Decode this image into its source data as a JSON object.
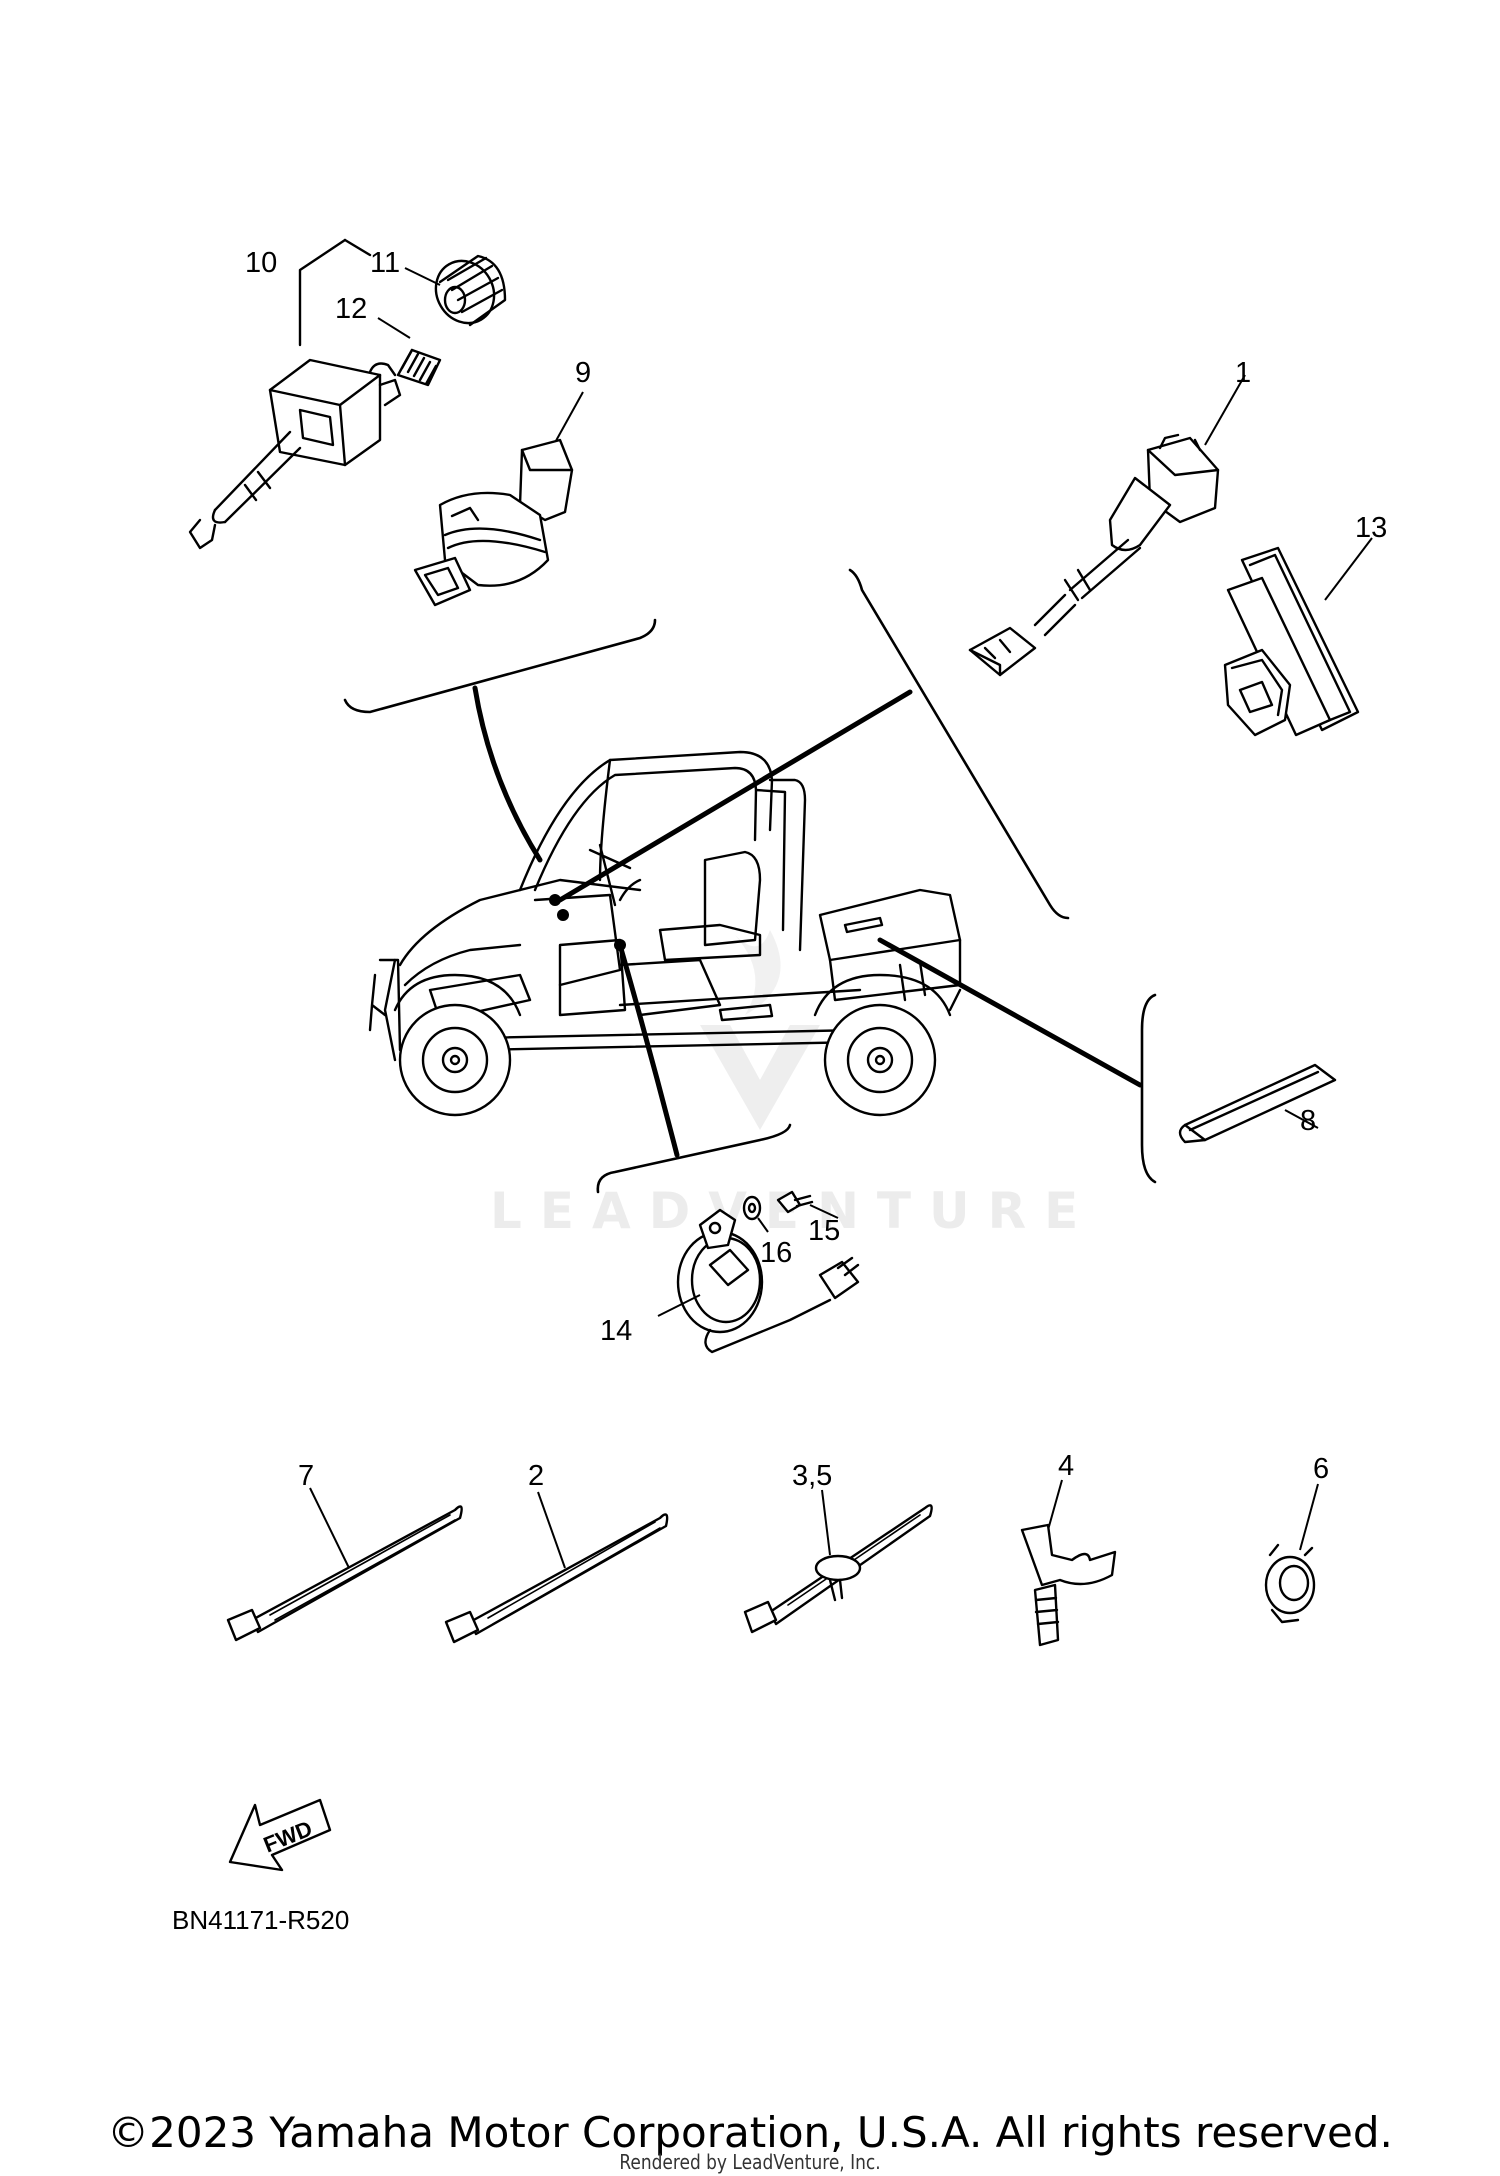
{
  "diagram": {
    "code": "BN41171-R520",
    "fwd_label": "FWD",
    "watermark": "LEADVENTURE"
  },
  "callouts": [
    {
      "id": "1",
      "text": "1"
    },
    {
      "id": "2",
      "text": "2"
    },
    {
      "id": "35",
      "text": "3,5"
    },
    {
      "id": "4",
      "text": "4"
    },
    {
      "id": "6",
      "text": "6"
    },
    {
      "id": "7",
      "text": "7"
    },
    {
      "id": "8",
      "text": "8"
    },
    {
      "id": "9",
      "text": "9"
    },
    {
      "id": "10",
      "text": "10"
    },
    {
      "id": "11",
      "text": "11"
    },
    {
      "id": "12",
      "text": "12"
    },
    {
      "id": "13",
      "text": "13"
    },
    {
      "id": "14",
      "text": "14"
    },
    {
      "id": "15",
      "text": "15"
    },
    {
      "id": "16",
      "text": "16"
    }
  ],
  "footer": {
    "copyright": "©2023 Yamaha Motor Corporation, U.S.A. All rights reserved.",
    "rendered_by": "Rendered by LeadVenture, Inc."
  }
}
